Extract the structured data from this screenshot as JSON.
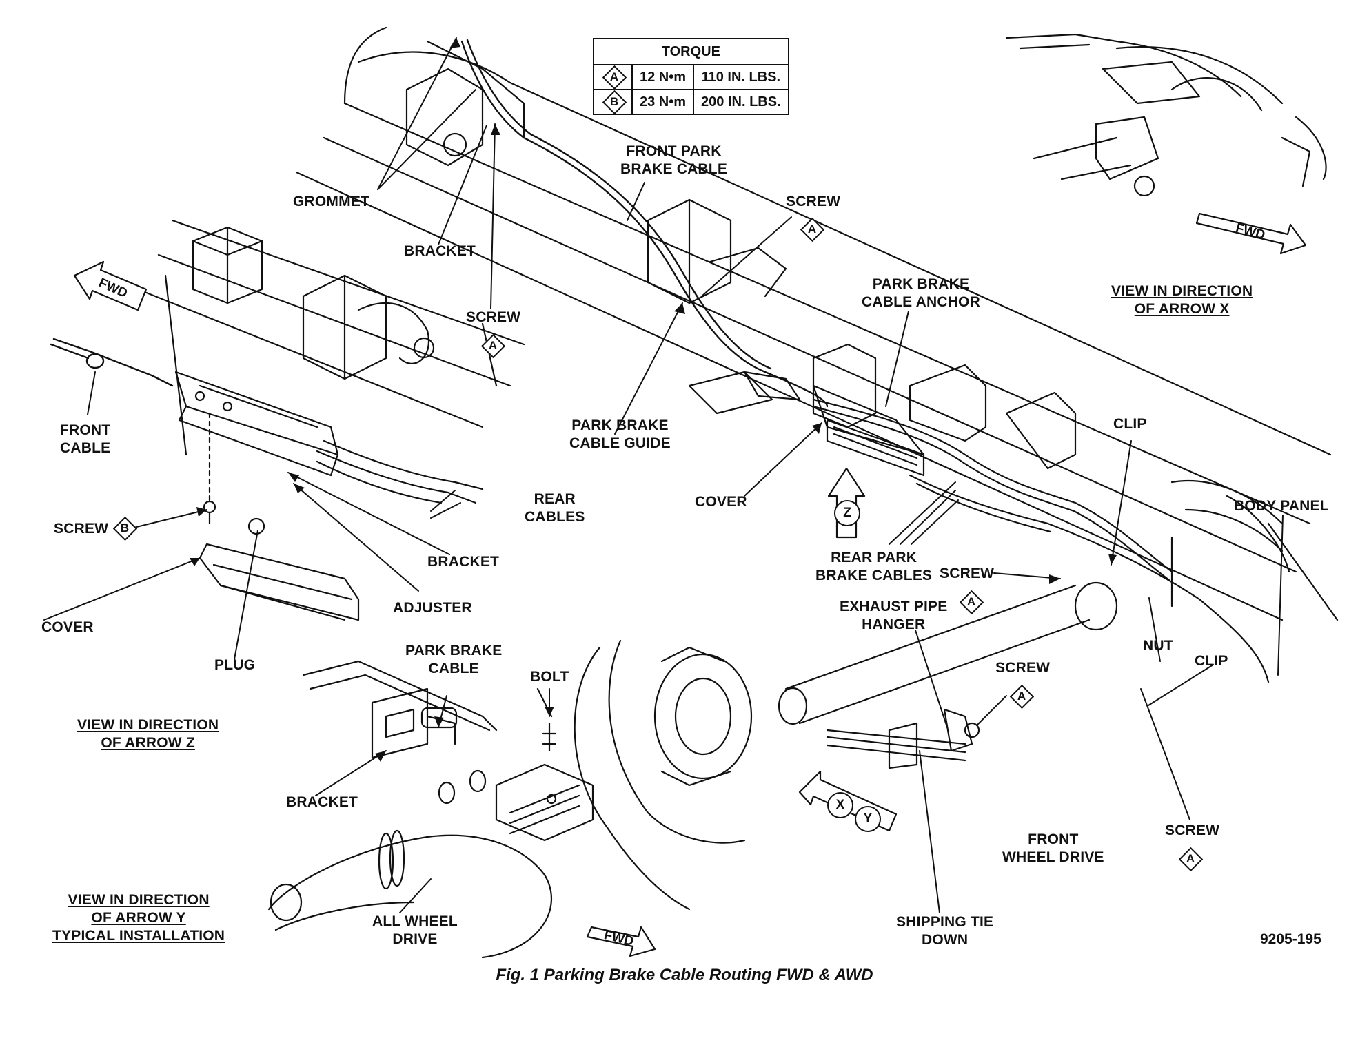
{
  "torque_table": {
    "header": "TORQUE",
    "rows": [
      {
        "key": "A",
        "metric": "12 N•m",
        "imperial": "110 IN. LBS."
      },
      {
        "key": "B",
        "metric": "23 N•m",
        "imperial": "200 IN. LBS."
      }
    ]
  },
  "labels": {
    "grommet": "GROMMET",
    "bracket_top": "BRACKET",
    "screw_top": "SCREW",
    "front_park_brake_cable": "FRONT PARK\nBRAKE CABLE",
    "screw_mid": "SCREW",
    "park_brake_cable_anchor": "PARK BRAKE\nCABLE ANCHOR",
    "park_brake_cable_guide": "PARK BRAKE\nCABLE GUIDE",
    "cover_center": "COVER",
    "rear_park_brake_cables": "REAR PARK\nBRAKE CABLES",
    "clip_right": "CLIP",
    "body_panel": "BODY PANEL",
    "screw_right": "SCREW",
    "nut": "NUT",
    "exhaust_pipe_hanger": "EXHAUST PIPE\nHANGER",
    "screw_lower": "SCREW",
    "clip_lower": "CLIP",
    "screw_bottom_right": "SCREW",
    "front_wheel_drive": "FRONT\nWHEEL DRIVE",
    "shipping_tie_down": "SHIPPING TIE\nDOWN",
    "front_cable": "FRONT\nCABLE",
    "screw_left": "SCREW",
    "rear_cables": "REAR\nCABLES",
    "bracket_left": "BRACKET",
    "adjuster": "ADJUSTER",
    "cover_left": "COVER",
    "plug": "PLUG",
    "park_brake_cable_y": "PARK BRAKE\nCABLE",
    "bolt": "BOLT",
    "bracket_y": "BRACKET",
    "all_wheel_drive": "ALL WHEEL\nDRIVE"
  },
  "views": {
    "arrow_x": "VIEW IN DIRECTION\nOF ARROW X",
    "arrow_z": "VIEW IN DIRECTION\nOF ARROW Z",
    "arrow_y": "VIEW IN DIRECTION\nOF ARROW Y\nTYPICAL INSTALLATION"
  },
  "markers": {
    "torque_a": "A",
    "torque_b": "B",
    "arrow_x": "X",
    "arrow_y": "Y",
    "arrow_z": "Z",
    "fwd": "FWD"
  },
  "figure_number": "9205-195",
  "caption": "Fig. 1 Parking Brake Cable Routing FWD & AWD"
}
